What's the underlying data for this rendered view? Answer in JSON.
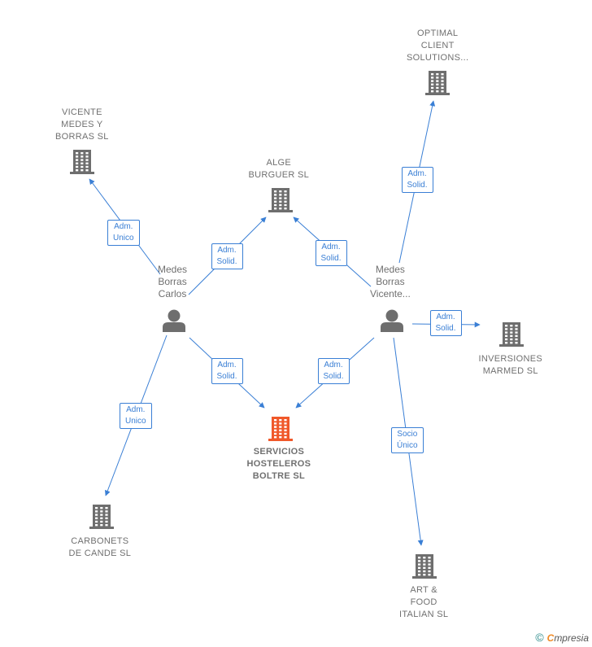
{
  "companies": [
    {
      "id": "vicente_medes",
      "lines": [
        "VICENTE",
        "MEDES Y",
        "BORRAS SL"
      ],
      "color": "#6e6e6e"
    },
    {
      "id": "alge_burguer",
      "lines": [
        "ALGE",
        "BURGUER  SL"
      ],
      "color": "#6e6e6e"
    },
    {
      "id": "optimal_client",
      "lines": [
        "OPTIMAL",
        "CLIENT",
        "SOLUTIONS..."
      ],
      "color": "#6e6e6e"
    },
    {
      "id": "inversiones_marmed",
      "lines": [
        "INVERSIONES",
        "MARMED  SL"
      ],
      "color": "#6e6e6e"
    },
    {
      "id": "servicios_hosteleros",
      "lines": [
        "SERVICIOS",
        "HOSTELEROS",
        "BOLTRE  SL"
      ],
      "color": "#f0582a",
      "highlight": true
    },
    {
      "id": "carbonets",
      "lines": [
        "CARBONETS",
        "DE CANDE SL"
      ],
      "color": "#6e6e6e"
    },
    {
      "id": "art_food",
      "lines": [
        "ART &",
        "FOOD",
        "ITALIAN SL"
      ],
      "color": "#6e6e6e"
    }
  ],
  "people": [
    {
      "id": "carlos",
      "lines": [
        "Medes",
        "Borras",
        "Carlos"
      ]
    },
    {
      "id": "vicente",
      "lines": [
        "Medes",
        "Borras",
        "Vicente..."
      ]
    }
  ],
  "edges": [
    {
      "id": "e1",
      "lines": [
        "Adm.",
        "Unico"
      ]
    },
    {
      "id": "e2",
      "lines": [
        "Adm.",
        "Solid."
      ]
    },
    {
      "id": "e3",
      "lines": [
        "Adm.",
        "Solid."
      ]
    },
    {
      "id": "e4",
      "lines": [
        "Adm.",
        "Solid."
      ]
    },
    {
      "id": "e5",
      "lines": [
        "Adm.",
        "Unico"
      ]
    },
    {
      "id": "e6",
      "lines": [
        "Adm.",
        "Solid."
      ]
    },
    {
      "id": "e7",
      "lines": [
        "Adm.",
        "Solid."
      ]
    },
    {
      "id": "e8",
      "lines": [
        "Adm.",
        "Solid."
      ]
    },
    {
      "id": "e9",
      "lines": [
        "Socio",
        "Único"
      ]
    }
  ],
  "footer": {
    "copyright_symbol": "©",
    "brand_first": "C",
    "brand_rest": "mpresia"
  },
  "colors": {
    "edge": "#3a7fd5",
    "node": "#6e6e6e",
    "highlight": "#f0582a"
  }
}
